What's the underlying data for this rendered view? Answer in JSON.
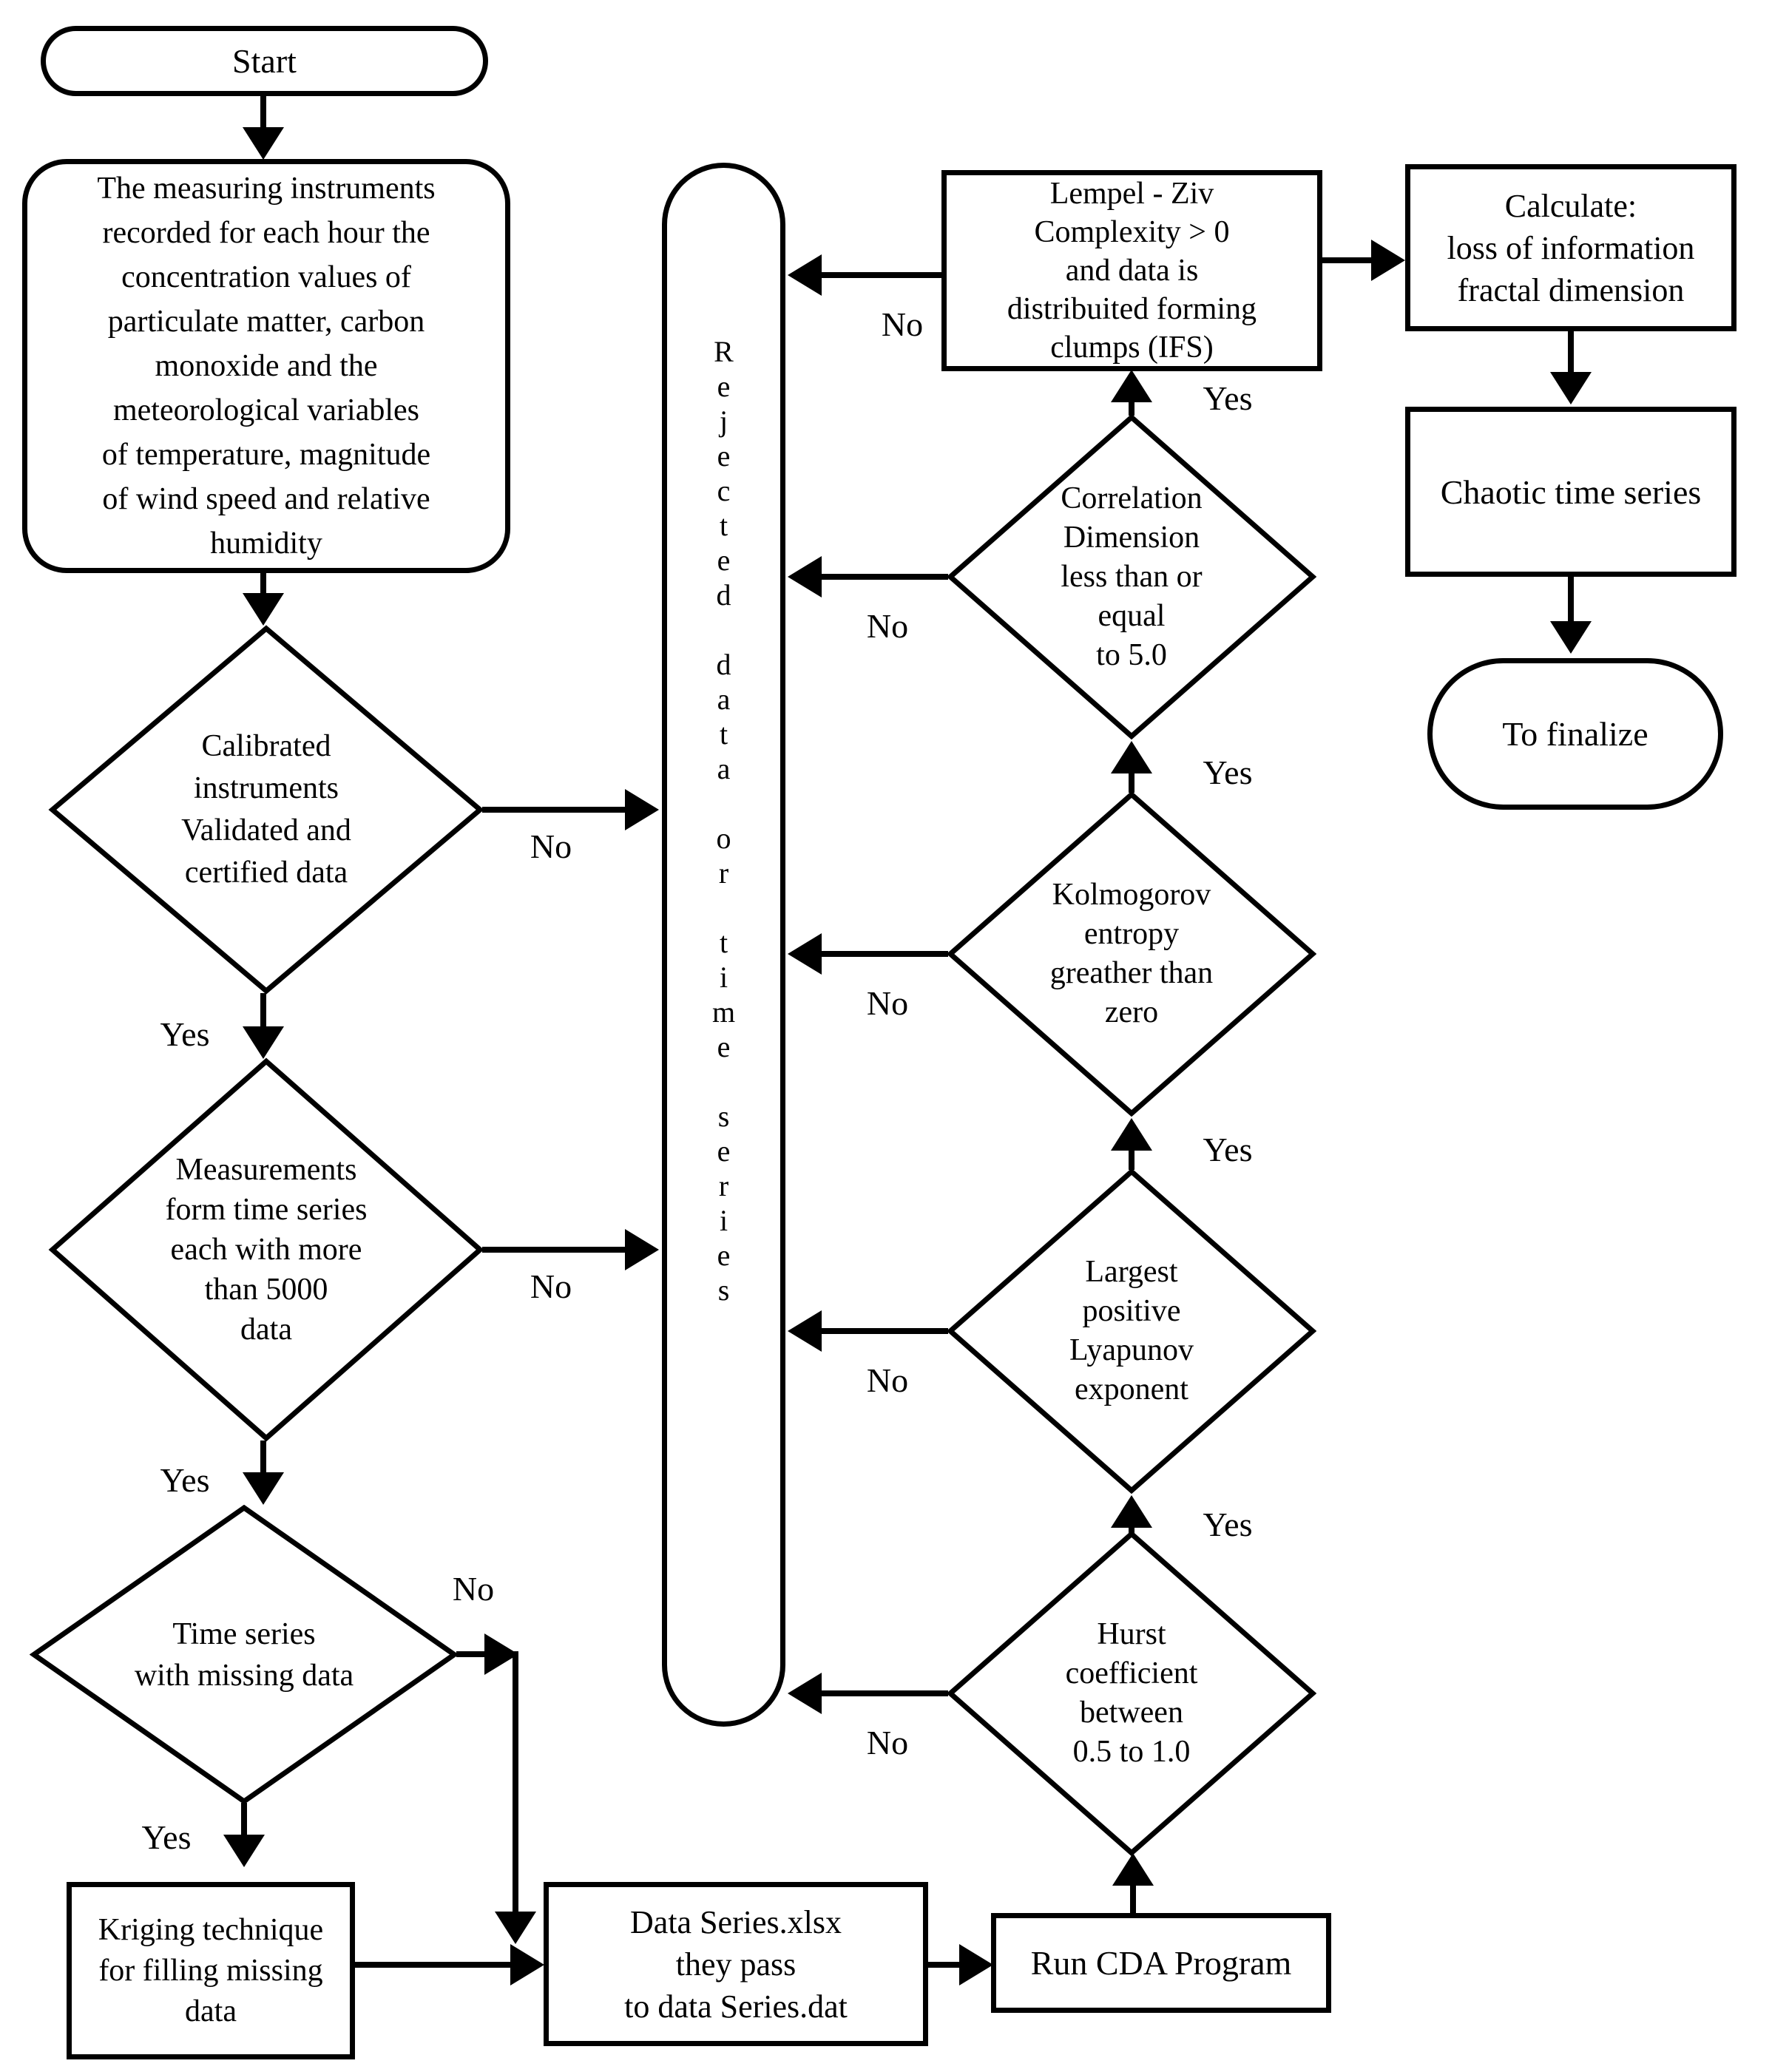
{
  "nodes": {
    "start": "Start",
    "measuring": "The measuring instruments\nrecorded for each hour the\nconcentration values of\nparticulate matter, carbon\nmonoxide and the\nmeteorological variables\nof temperature, magnitude\nof wind speed and relative\nhumidity",
    "calibrated": "Calibrated\ninstruments\nValidated and\ncertified data",
    "measurements": "Measurements\nform time series\neach with more\nthan 5000\ndata",
    "missing": "Time series\nwith missing data",
    "kriging": "Kriging technique\nfor filling missing\ndata",
    "rejected": "Rejected data or time series",
    "data_series": "Data Series.xlsx\nthey pass\nto data Series.dat",
    "run_cda": "Run CDA Program",
    "hurst": "Hurst\ncoefficient\nbetween\n0.5 to 1.0",
    "lyapunov": "Largest\npositive\nLyapunov\nexponent",
    "kolmogorov": "Kolmogorov\nentropy\ngreather than\nzero",
    "correlation": "Correlation\nDimension\nless than or\nequal\nto 5.0",
    "lempel_ziv": "Lempel - Ziv\nComplexity > 0\nand data is\ndistribuited forming\nclumps (IFS)",
    "calculate": "Calculate:\nloss of information\nfractal dimension",
    "chaotic": "Chaotic time series",
    "finalize": "To finalize"
  },
  "labels": {
    "yes": "Yes",
    "no": "No"
  },
  "colors": {
    "stroke": "#000000",
    "fill": "#ffffff"
  }
}
